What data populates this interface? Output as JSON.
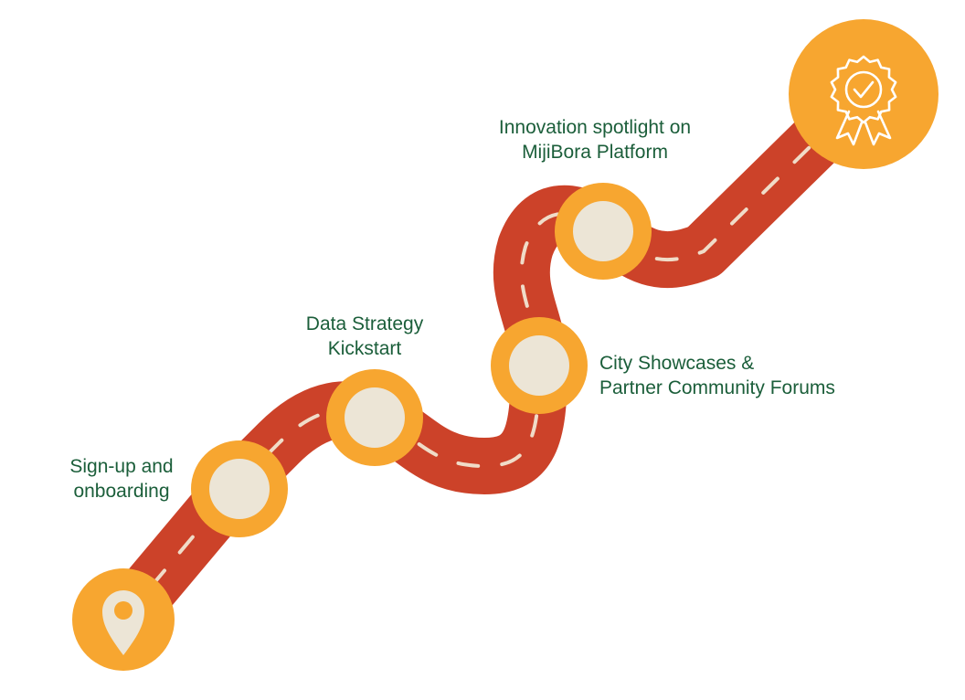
{
  "milestones": {
    "signup": {
      "line1": "Sign-up and",
      "line2": "onboarding"
    },
    "data_strategy": {
      "line1": "Data Strategy",
      "line2": "Kickstart"
    },
    "city_showcases": {
      "line1": "City Showcases &",
      "line2": "Partner Community Forums"
    },
    "innovation": {
      "line1": "Innovation spotlight on",
      "line2": "MijiBora Platform"
    }
  },
  "icons": {
    "start": "map-pin-icon",
    "finish": "award-badge-icon"
  },
  "colors": {
    "road": "#cc4229",
    "road_dash": "#f0dcc8",
    "node_ring": "#f7a630",
    "node_fill": "#ece5d6",
    "label_text": "#1b5e3a"
  }
}
